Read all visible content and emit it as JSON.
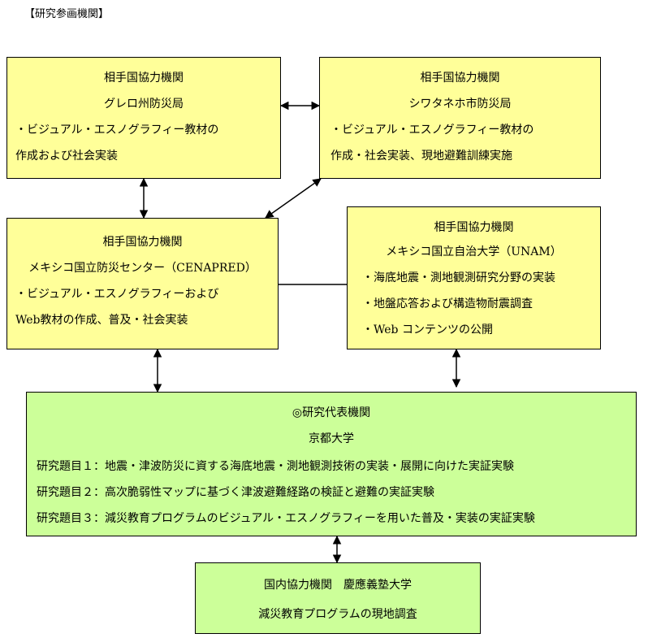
{
  "heading": "【研究参画機関】",
  "boxes": {
    "guerrero": {
      "label": "相手国協力機関",
      "name": "グレロ州防災局",
      "lines": [
        "・ビジュアル・エスノグラフィー教材の",
        "作成および社会実装"
      ]
    },
    "zihuatanejo": {
      "label": "相手国協力機関",
      "name": "シワタネホ市防災局",
      "lines": [
        "・ビジュアル・エスノグラフィー教材の",
        "作成・社会実装、現地避難訓練実施"
      ]
    },
    "cenapred": {
      "label": "相手国協力機関",
      "name": "メキシコ国立防災センター（CENAPRED）",
      "lines": [
        "・ビジュアル・エスノグラフィーおよび",
        "Web教材の作成、普及・社会実装"
      ]
    },
    "unam": {
      "label": "相手国協力機関",
      "name": "メキシコ国立自治大学（UNAM）",
      "lines": [
        "・海底地震・測地観測研究分野の実装",
        "・地盤応答および構造物耐震調査",
        "・Web コンテンツの公開"
      ]
    },
    "kyoto": {
      "label": "◎研究代表機関",
      "name": "京都大学",
      "lines": [
        "研究題目１：地震・津波防災に資する海底地震・測地観測技術の実装・展開に向けた実証実験",
        "研究題目２：高次脆弱性マップに基づく津波避難経路の検証と避難の実証実験",
        "研究題目３：減災教育プログラムのビジュアル・エスノグラフィーを用いた普及・実装の実証実験"
      ]
    },
    "keio": {
      "label": "国内協力機関　慶應義塾大学",
      "lines": [
        "減災教育プログラムの現地調査"
      ]
    }
  }
}
